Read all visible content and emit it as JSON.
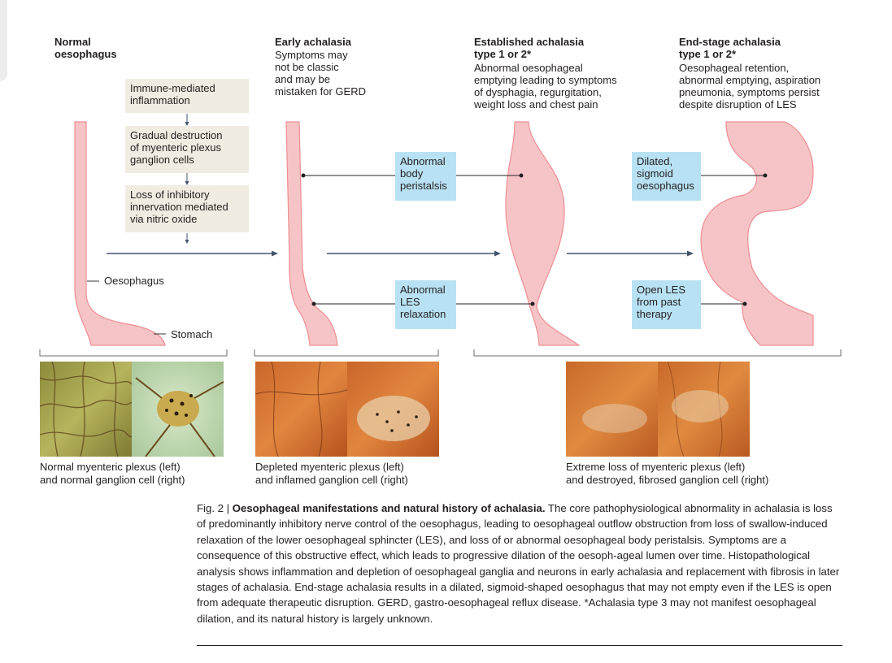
{
  "stages": [
    {
      "title": "Normal\noesophagus",
      "desc": ""
    },
    {
      "title": "Early achalasia",
      "desc": "Symptoms may\nnot be classic\nand may be\nmistaken for GERD"
    },
    {
      "title": "Established achalasia\ntype 1 or 2*",
      "desc": "Abnormal oesophageal\nemptying leading to symptoms\nof dysphagia, regurgitation,\nweight loss and chest pain"
    },
    {
      "title": "End-stage achalasia\ntype 1 or 2*",
      "desc": "Oesophageal retention,\nabnormal emptying, aspiration\npneumonia, symptoms persist\ndespite disruption of LES"
    }
  ],
  "process_steps": [
    "Immune-mediated\ninflammation",
    "Gradual destruction\nof myenteric plexus\nganglion cells",
    "Loss of inhibitory\ninnervation mediated\nvia nitric oxide"
  ],
  "anatomy_labels": {
    "oesophagus": "Oesophagus",
    "stomach": "Stomach"
  },
  "callouts": {
    "abnormal_body_peristalsis": "Abnormal\nbody\nperistalsis",
    "abnormal_les_relaxation": "Abnormal\nLES\nrelaxation",
    "dilated_sigmoid": "Dilated,\nsigmoid\noesophagus",
    "open_les": "Open LES\nfrom past\ntherapy"
  },
  "photo_captions": [
    "Normal myenteric plexus (left)\nand normal ganglion cell (right)",
    "Depleted myenteric plexus (left)\nand inflamed ganglion cell (right)",
    "Extreme loss of myenteric plexus (left)\nand destroyed, fibrosed ganglion cell (right)"
  ],
  "figure": {
    "label": "Fig. 2 | ",
    "title": "Oesophageal manifestations and natural history of achalasia.",
    "text": " The core pathophysiological abnormality in achalasia is loss of predominantly inhibitory nerve control of the oesophagus, leading to oesophageal outflow obstruction from loss of swallow-induced relaxation of the lower oesophageal sphincter (LES), and loss of or abnormal oesophageal body peristalsis. Symptoms are a consequence of this obstructive effect, which leads to progressive dilation of the oesoph-ageal lumen over time. Histopathological analysis shows inflammation and depletion of oesophageal ganglia and neurons in early achalasia and replacement with fibrosis in later stages of achalasia. End-stage achalasia results in a dilated, sigmoid-shaped oesophagus that may not empty even if the LES is open from adequate therapeutic disruption. GERD, gastro-oesophageal reflux disease. *Achalasia type 3 may not manifest oesophageal dilation, and its natural history is largely unknown."
  },
  "colors": {
    "organ": "#f6c4c6",
    "organ_stroke": "#ee8e93",
    "arrow": "#44546a",
    "box": "#f0ece2",
    "blue": "#b8e2f4"
  }
}
